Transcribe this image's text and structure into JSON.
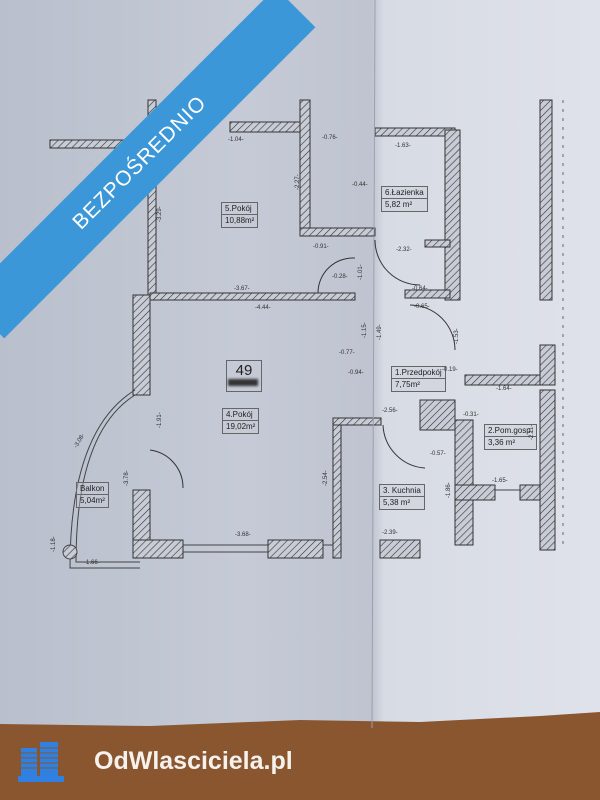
{
  "banner": {
    "text": "BEZPOŚREDNIO",
    "color": "#3b97d8"
  },
  "logo": {
    "text": "OdWlasciciela.pl",
    "color": "#2f80e0"
  },
  "apartment": {
    "number": "49"
  },
  "rooms": [
    {
      "name": "5.Pokój",
      "area": "10,88m²"
    },
    {
      "name": "6.Łazienka",
      "area": "5,82 m²"
    },
    {
      "name": "4.Pokój",
      "area": "19,02m²"
    },
    {
      "name": "1.Przedpokój",
      "area": "7,75m²"
    },
    {
      "name": "2.Pom.gosp.",
      "area": "3,36 m²"
    },
    {
      "name": "3. Kuchnia",
      "area": "5,38 m²"
    },
    {
      "name": "Balkon",
      "area": "5,04m²"
    }
  ],
  "dimensions": [
    "-1.04-",
    "-0.76-",
    "-0.44-",
    "-1.63-",
    "-2.27-",
    "-0.91-",
    "-0.28-",
    "-3.67-",
    "-4.44-",
    "-2.32-",
    "-0.64-",
    "-0.65-",
    "-1.15-",
    "-0.77-",
    "-0.94-",
    "-1.53-",
    "-0.19-",
    "-1.64-",
    "-2.56-",
    "-0.57-",
    "-2.11-",
    "-1.65-",
    "-2.39-",
    "-3.68-",
    "-1.66-",
    "-3.08-",
    "-1.91-",
    "-3.78-",
    "-1.18-",
    "-2.54-",
    "-3.29-",
    "-1.01-",
    "-1.49-",
    "-0.31-",
    "-1.86-"
  ]
}
